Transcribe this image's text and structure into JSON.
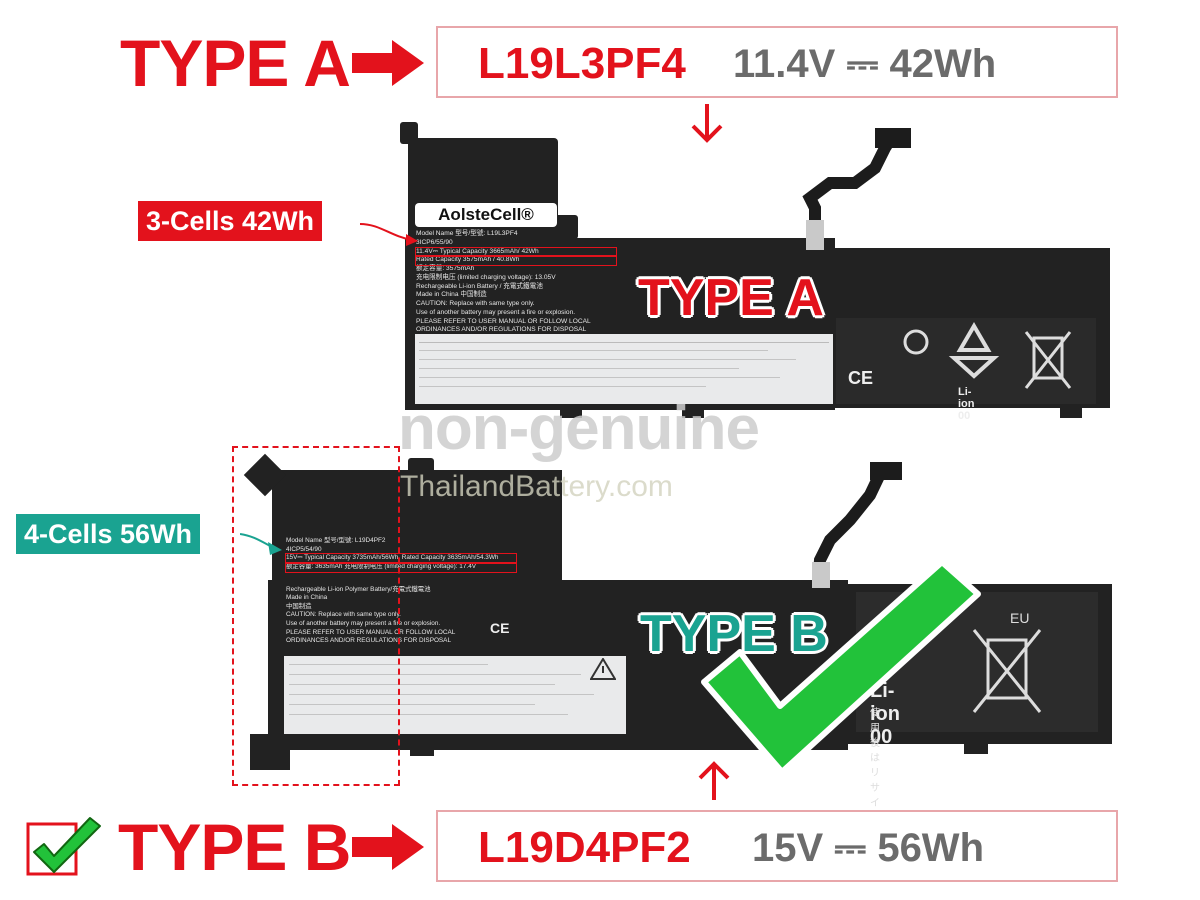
{
  "type_a": {
    "heading": "TYPE A",
    "model": "L19L3PF4",
    "spec": "11.4V ⎓ 42Wh",
    "cells_badge": "3-Cells 42Wh",
    "overlay": "TYPE A",
    "brand": "AolsteCell®",
    "print_lines": [
      "Model Name 型号/型號: L19L3PF4",
      "3ICP6/55/90",
      "11.4V⎓ Typical Capacity 3665mAh/ 42Wh",
      "Rated Capacity 3575mAh / 40.8Wh",
      "额定容量: 3575mAh",
      "充电限制电压 (limited charging voltage): 13.05V",
      "Rechargeable Li-ion Battery / 充電式鐵電池",
      "Made in China 中国制造",
      "CAUTION: Replace with same type only.",
      "Use of another battery may present a fire or explosion.",
      "PLEASE REFER TO USER MANUAL OR FOLLOW LOCAL",
      "ORDINANCES AND/OR REGULATIONS FOR DISPOSAL"
    ],
    "cert_text": "Li-ion 00"
  },
  "type_b": {
    "heading": "TYPE B",
    "model": "L19D4PF2",
    "spec": "15V ⎓ 56Wh",
    "cells_badge": "4-Cells 56Wh",
    "overlay": "TYPE B",
    "print_lines": [
      "Model Name 型号/型號: L19D4PF2",
      "4ICP5/54/90",
      "15V⎓ Typical Capacity 3735mAh/56Wh, Rated Capacity 3635mAh/54.3Wh",
      "额定容量: 3635mAh  充电限制电压 (limited charging voltage): 17.4V",
      "",
      "Rechargeable Li-ion Polymer Battery/充電式鐵電池",
      "Made in China",
      "中国制造",
      "CAUTION: Replace with same type only.",
      "Use of another battery may present a fire or explosion.",
      "PLEASE REFER TO USER MANUAL OR FOLLOW LOCAL",
      "ORDINANCES AND/OR REGULATIONS FOR DISPOSAL"
    ],
    "cert_text": "Li-ion 00",
    "cert_sub": "使用後はリサイクルへ",
    "eu": "EU"
  },
  "watermark": {
    "main": "non-genuine",
    "sub": "ThailandBattery.com"
  },
  "colors": {
    "red": "#e3121c",
    "teal": "#1aa391",
    "green": "#22c23a",
    "battery": "#222222"
  }
}
